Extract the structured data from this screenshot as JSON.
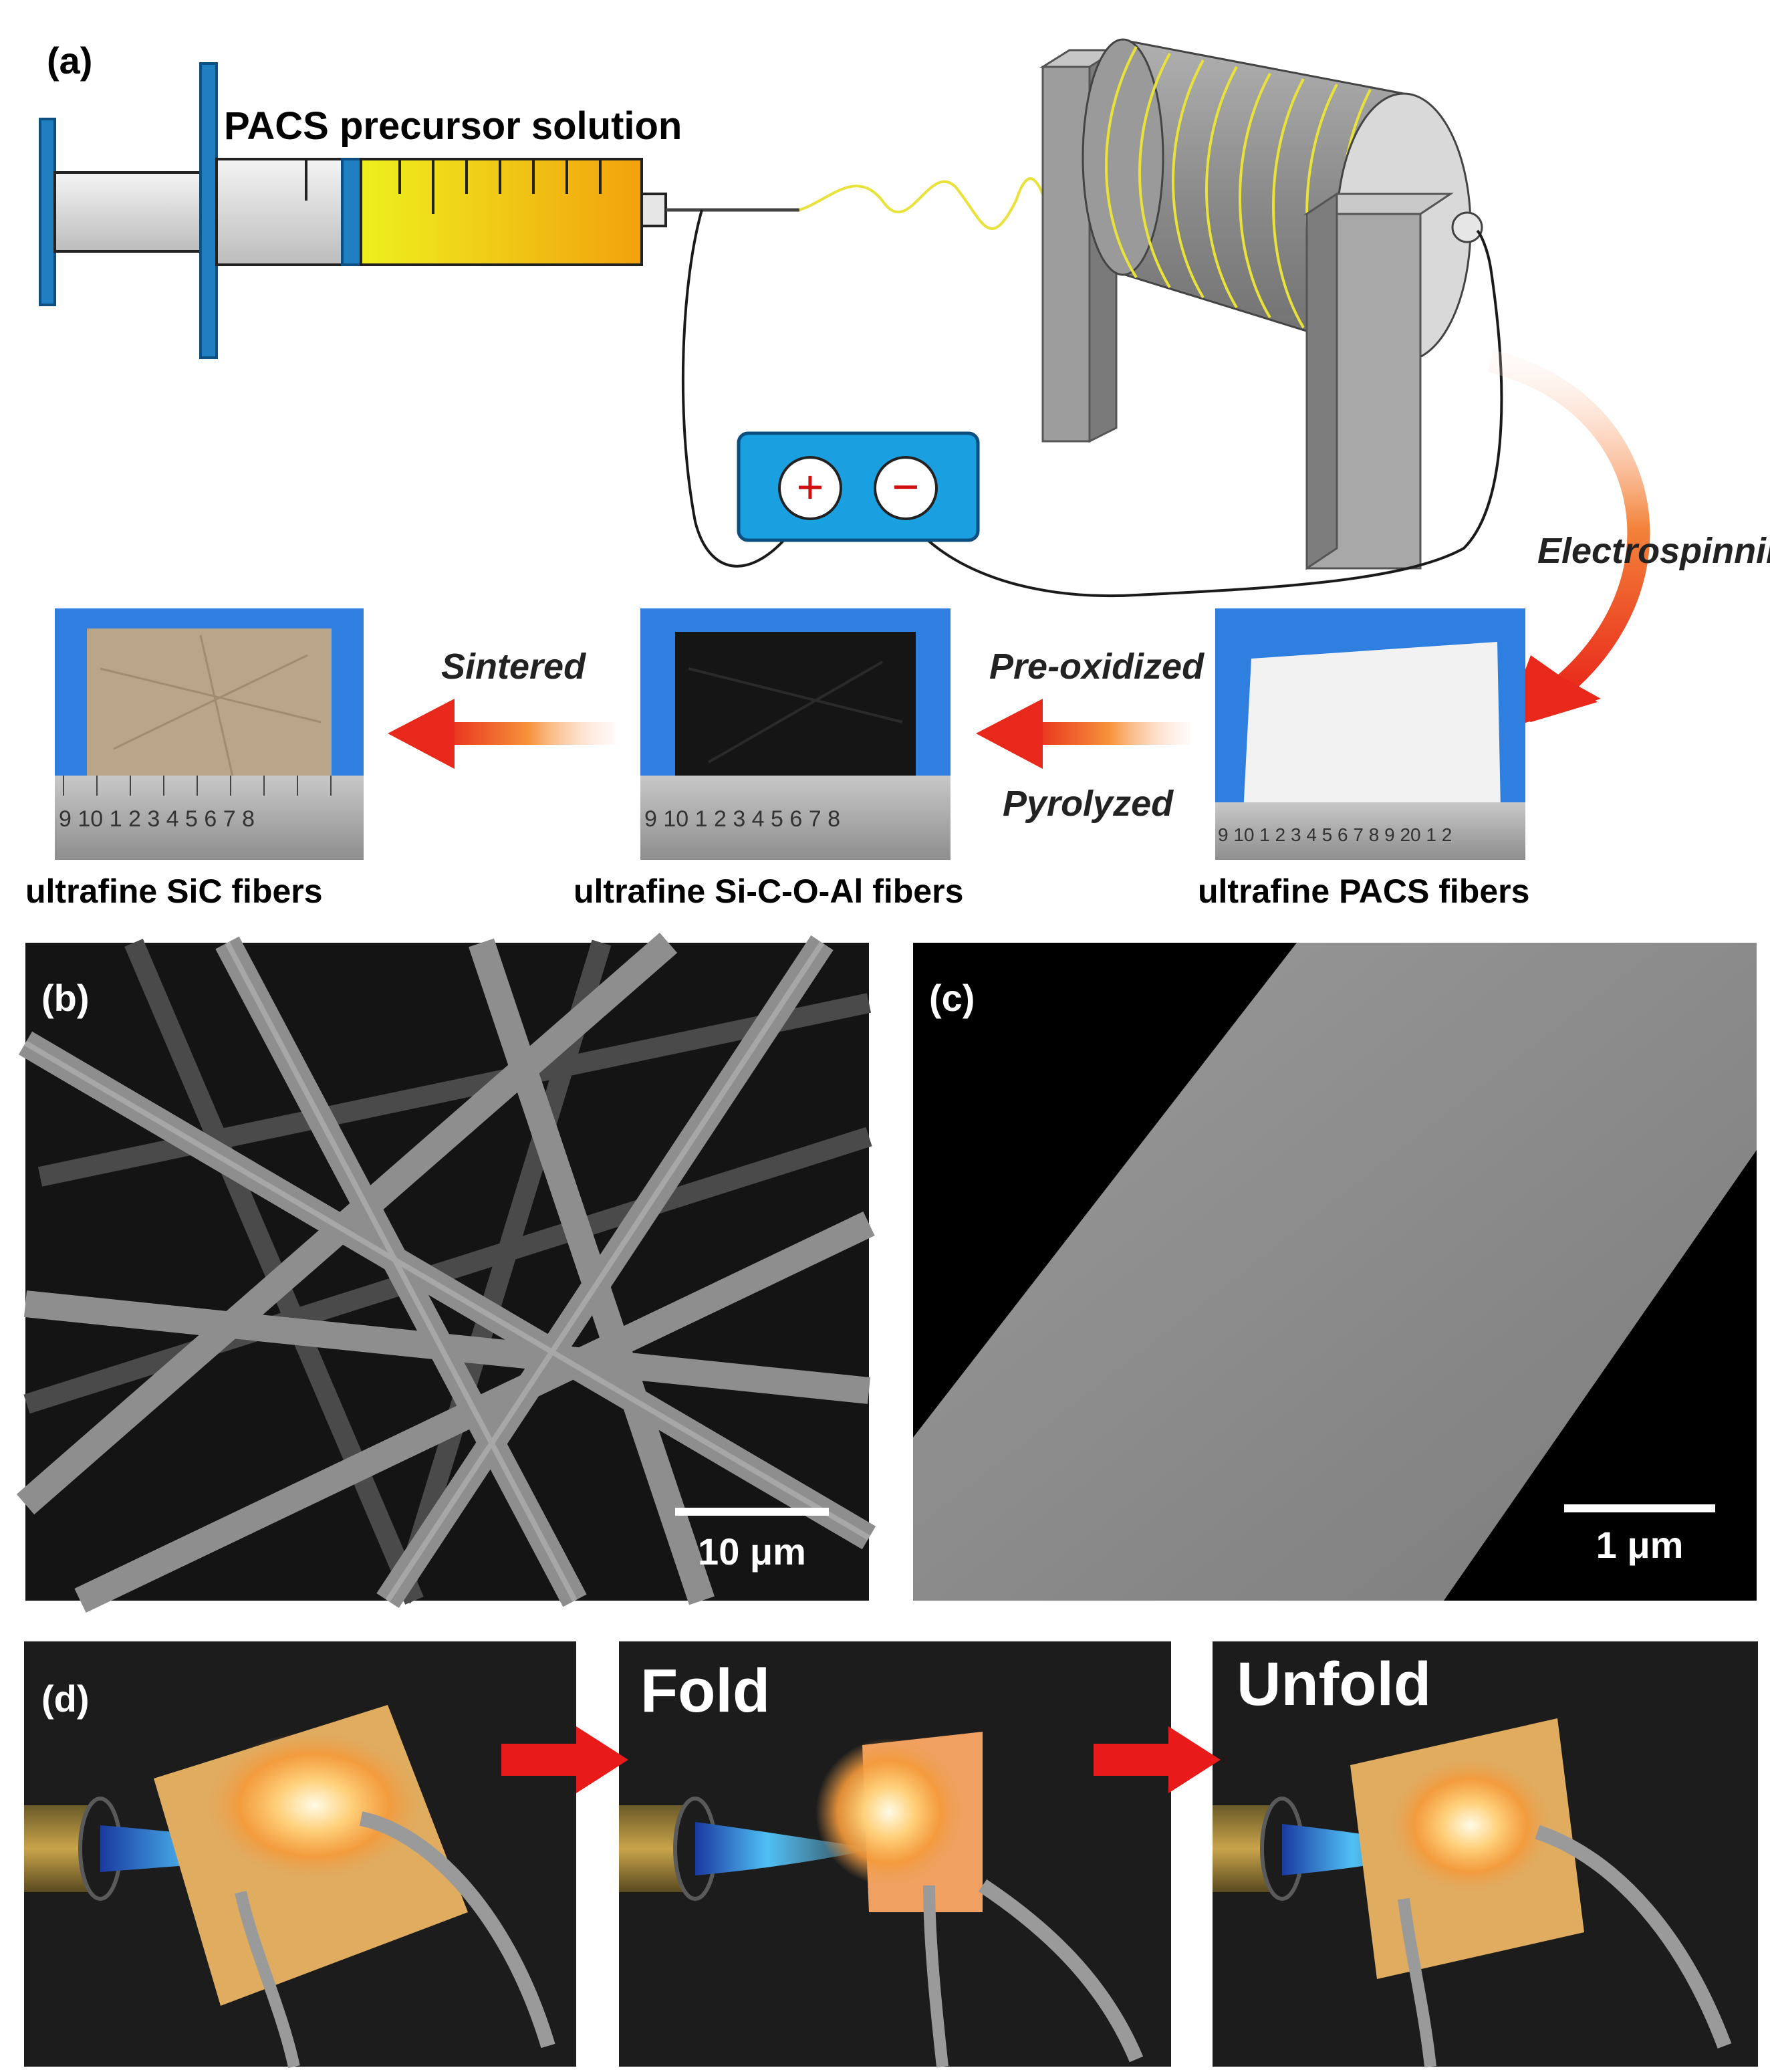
{
  "panel_a": {
    "label": "(a)",
    "syringe_label": "PACS precursor solution",
    "power_plus": "+",
    "power_minus": "−",
    "process_electrospinning": "Electrospinning",
    "process_sintered": "Sintered",
    "process_preoxidized": "Pre-oxidized",
    "process_pyrolyzed": "Pyrolyzed",
    "sample_sic": "ultrafine SiC fibers",
    "sample_sicoal": "ultrafine Si-C-O-Al fibers",
    "sample_pacs": "ultrafine PACS fibers",
    "ruler_sic": "9 10 1 2 3 4 5 6 7 8",
    "ruler_sicoal": "9 10 1 2 3 4 5 6 7 8",
    "ruler_pacs": "9 10 1 2 3 4 5 6 7 8 9 20 1 2"
  },
  "panel_b": {
    "label": "(b)",
    "scale_bar": "10 μm"
  },
  "panel_c": {
    "label": "(c)",
    "scale_bar": "1 μm"
  },
  "panel_d": {
    "label": "(d)",
    "step_fold": "Fold",
    "step_unfold": "Unfold"
  },
  "colors": {
    "syringe_blue": "#1f7fc0",
    "solution_yellow": "#f2e61a",
    "solution_orange": "#f2a20d",
    "fiber_yellow": "#e8e23a",
    "power_box": "#1aa0e0",
    "arrow_red": "#e8281a",
    "photo_blue": "#2f7fe0",
    "sem_gray": "#8c8c8c",
    "flame_blue": "#48b8f0",
    "paper_tan": "#e0ac60"
  }
}
